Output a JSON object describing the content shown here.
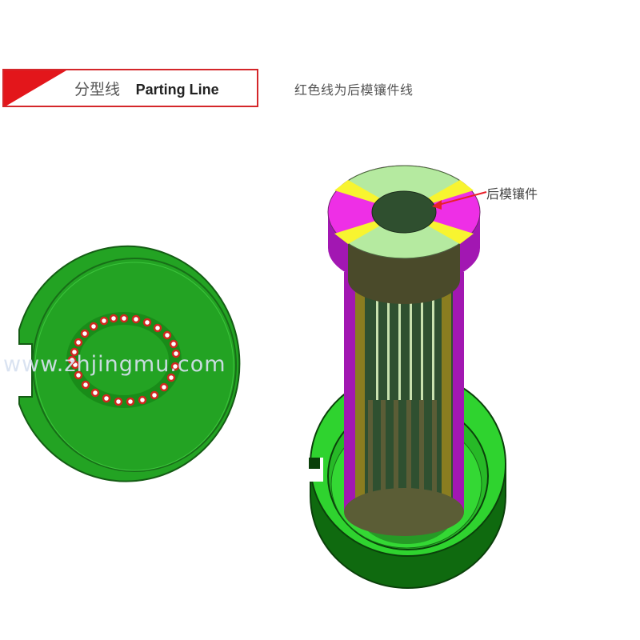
{
  "header": {
    "title_cn": "分型线",
    "title_en": "Parting Line",
    "accent_color": "#e3161b"
  },
  "note": "红色线为后模镶件线",
  "figures": {
    "top_view": {
      "name": "mold-top-view",
      "pin_count": 26,
      "base_color": "#1fa31f"
    },
    "iso_view": {
      "name": "mold-isometric-view",
      "callout": "后模镶件",
      "callout_color": "#e8202a"
    }
  },
  "watermark": "www.zhjingmu.com"
}
